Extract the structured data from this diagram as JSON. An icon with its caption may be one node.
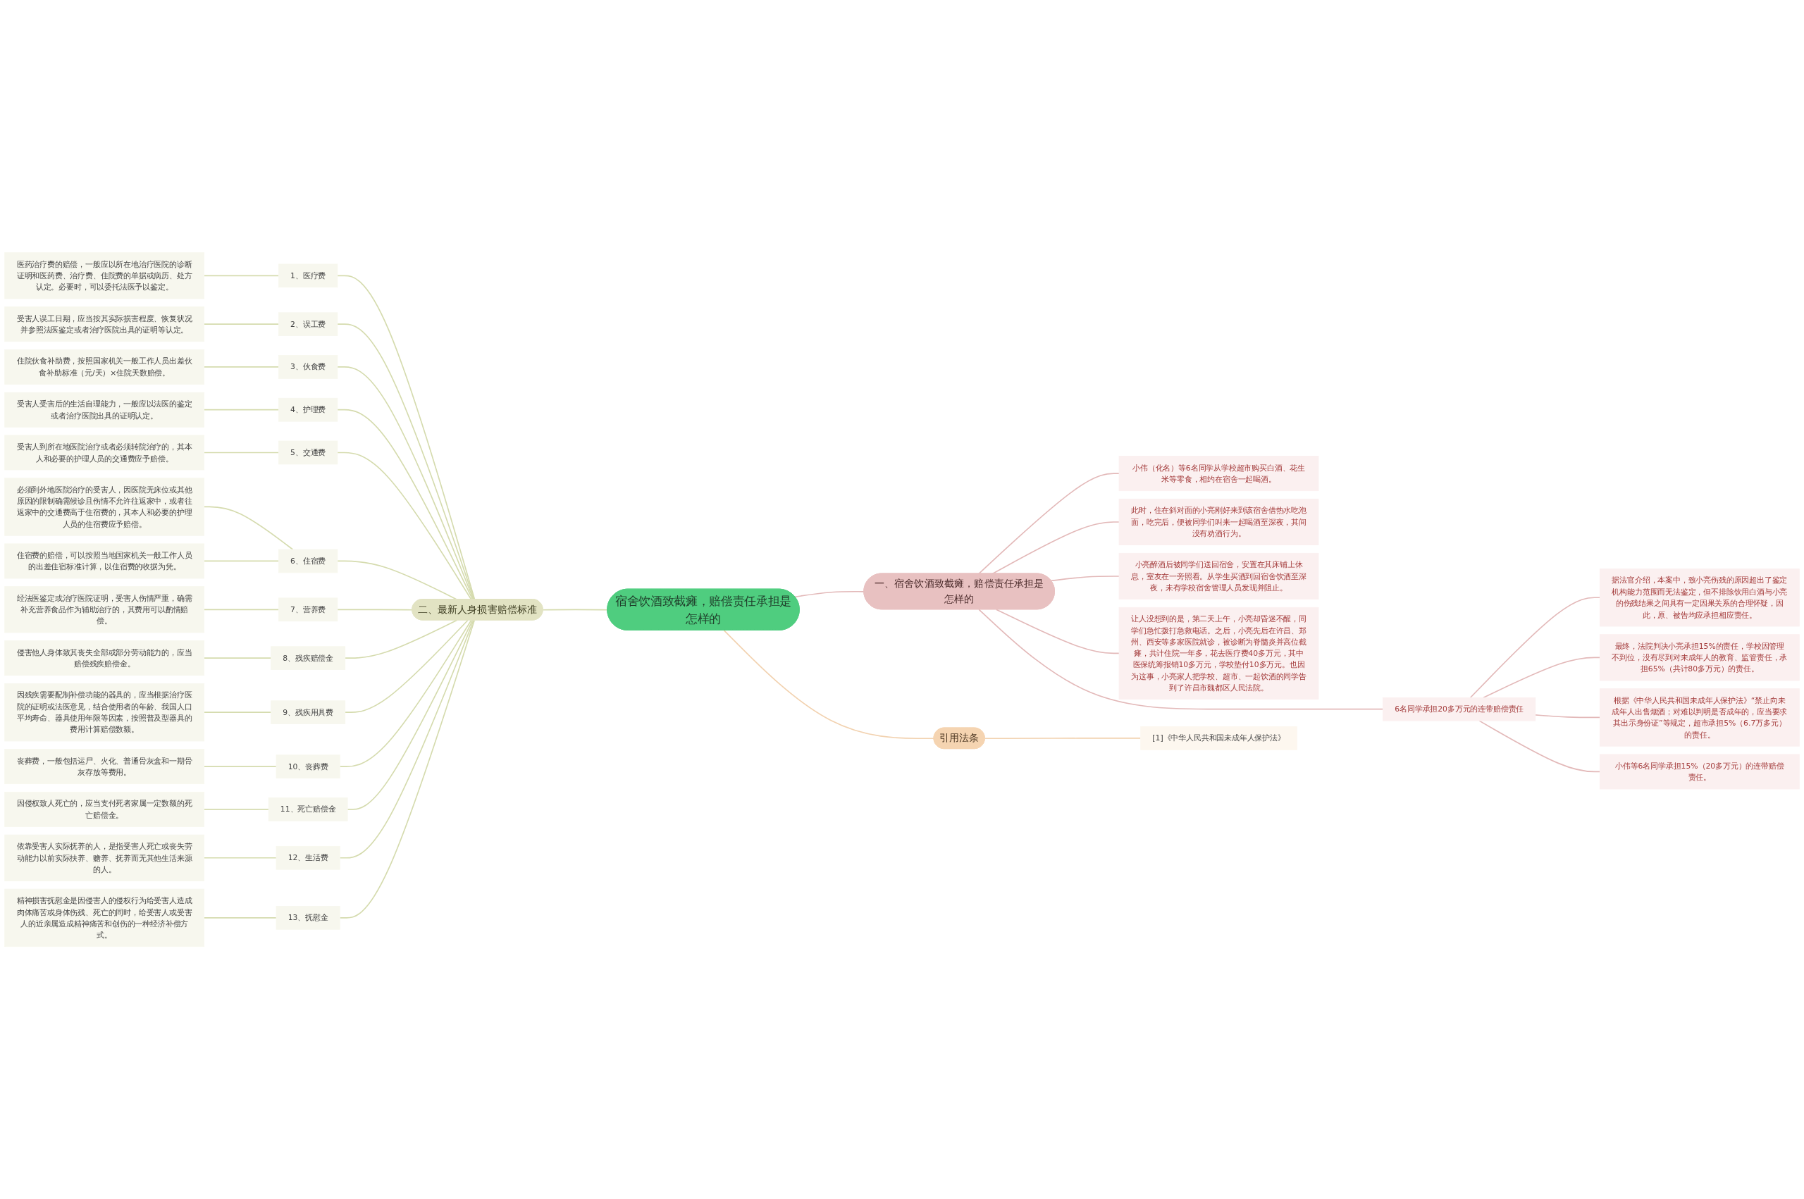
{
  "diagram": {
    "nodes": [
      {
        "text": [
          "宿舍饮酒致截瘫，赔偿责任承担是怎样的"
        ]
      },
      {
        "text": [
          "一、宿舍饮酒致截瘫，赔偿责任承担是怎样的"
        ]
      },
      {
        "text": [
          "小伟（化名）等6名同学从学校超市购买白酒、花生米等零食，相约在宿舍一起喝酒。"
        ]
      },
      {
        "text": [
          "此时，住在斜对面的小亮刚好来到该宿舍借热水吃泡面，吃完后，便被同学们叫来一起喝酒至深夜，其间没有劝酒行为。"
        ]
      },
      {
        "text": [
          "小亮醉酒后被同学们送回宿舍，安置在其床铺上休息，室友在一旁照看。从学生买酒到回宿舍饮酒至深夜，未有学校宿舍管理人员发现并阻止。"
        ]
      },
      {
        "text": [
          "让人没想到的是，第二天上午，小亮却昏迷不醒，同学们急忙拨打急救电话。之后，小亮先后在许昌、郑州、西安等多家医院就诊，被诊断为脊髓炎并高位截瘫，共计住院一年多，花去医疗费40多万元，其中医保统筹报销10多万元，学校垫付10多万元。也因为这事，小亮家人把学校、超市、一起饮酒的同学告到了许昌市魏都区人民法院。"
        ]
      },
      {
        "text": [
          "6名同学承担20多万元的连带赔偿责任"
        ]
      },
      {
        "text": [
          "据法官介绍，本案中，致小亮伤残的原因超出了鉴定机构能力范围而无法鉴定，但不排除饮用白酒与小亮的伤残结果之间具有一定因果关系的合理怀疑，因此，原、被告均应承担相应责任。"
        ]
      },
      {
        "text": [
          "最终，法院判决小亮承担15%的责任，学校因管理不到位，没有尽到对未成年人的教育、监管责任，承担65%（共计80多万元）的责任。"
        ]
      },
      {
        "text": [
          "根据《中华人民共和国未成年人保护法》“禁止向未成年人出售烟酒；对难以判明是否成年的，应当要求其出示身份证”等规定，超市承担5%（6.7万多元）的责任。"
        ]
      },
      {
        "text": [
          "小伟等6名同学承担15%（20多万元）的连带赔偿责任。"
        ]
      },
      {
        "text": [
          "二、最新人身损害赔偿标准"
        ]
      },
      {
        "text": [
          "1、医疗费"
        ]
      },
      {
        "text": [
          "医药治疗费的赔偿，一般应以所在地治疗医院的诊断证明和医药费、治疗费、住院费的单据或病历、处方认定。必要时，可以委托法医予以鉴定。"
        ]
      },
      {
        "text": [
          "2、误工费"
        ]
      },
      {
        "text": [
          "受害人误工日期，应当按其实际损害程度、恢复状况并参照法医鉴定或者治疗医院出具的证明等认定。"
        ]
      },
      {
        "text": [
          "3、伙食费"
        ]
      },
      {
        "text": [
          "住院伙食补助费，按照国家机关一般工作人员出差伙食补助标准（元/天）×住院天数赔偿。"
        ]
      },
      {
        "text": [
          "4、护理费"
        ]
      },
      {
        "text": [
          "受害人受害后的生活自理能力，一般应以法医的鉴定或者治疗医院出具的证明认定。"
        ]
      },
      {
        "text": [
          "5、交通费"
        ]
      },
      {
        "text": [
          "受害人到所在地医院治疗或者必须转院治疗的，其本人和必要的护理人员的交通费应予赔偿。"
        ]
      },
      {
        "text": [
          "6、住宿费"
        ]
      },
      {
        "text": [
          "必须到外地医院治疗的受害人，因医院无床位或其他原因的限制确需候诊且伤情不允许往返家中，或者往返家中的交通费高于住宿费的，其本人和必要的护理人员的住宿费应予赔偿。"
        ]
      },
      {
        "text": [
          "住宿费的赔偿，可以按照当地国家机关一般工作人员的出差住宿标准计算，以住宿费的收据为凭。"
        ]
      },
      {
        "text": [
          "7、营养费"
        ]
      },
      {
        "text": [
          "经法医鉴定或治疗医院证明，受害人伤情严重，确需补充营养食品作为辅助治疗的，其费用可以酌情赔偿。"
        ]
      },
      {
        "text": [
          "8、残疾赔偿金"
        ]
      },
      {
        "text": [
          "侵害他人身体致其丧失全部或部分劳动能力的，应当赔偿残疾赔偿金。"
        ]
      },
      {
        "text": [
          "9、残疾用具费"
        ]
      },
      {
        "text": [
          "因残疾需要配制补偿功能的器具的，应当根据治疗医院的证明或法医意见，结合使用者的年龄、我国人口平均寿命、器具使用年限等因素，按照普及型器具的费用计算赔偿数额。"
        ]
      },
      {
        "text": [
          "10、丧葬费"
        ]
      },
      {
        "text": [
          "丧葬费，一般包括运尸、火化、普通骨灰盒和一期骨灰存放等费用。"
        ]
      },
      {
        "text": [
          "11、死亡赔偿金"
        ]
      },
      {
        "text": [
          "因侵权致人死亡的，应当支付死者家属一定数额的死亡赔偿金。"
        ]
      },
      {
        "text": [
          "12、生活费"
        ]
      },
      {
        "text": [
          "依靠受害人实际抚养的人，是指受害人死亡或丧失劳动能力以前实际扶养、赡养、抚养而无其他生活来源的人。"
        ]
      },
      {
        "text": [
          "13、抚慰金"
        ]
      },
      {
        "text": [
          "精神损害抚慰金是因侵害人的侵权行为给受害人造成肉体痛苦或身体伤残、死亡的同时，给受害人或受害人的近亲属造成精神痛苦和创伤的一种经济补偿方式。"
        ]
      },
      {
        "text": [
          "引用法条"
        ]
      },
      {
        "text": [
          "[1]《中华人民共和国未成年人保护法》"
        ]
      }
    ],
    "edges": [
      {
        "from": 0,
        "to": 1,
        "arrow": "none",
        "color": "#e3b9b9"
      },
      {
        "from": 1,
        "to": 2,
        "arrow": "none",
        "color": "#e3b9b9"
      },
      {
        "from": 1,
        "to": 3,
        "arrow": "none",
        "color": "#e3b9b9"
      },
      {
        "from": 1,
        "to": 4,
        "arrow": "none",
        "color": "#e3b9b9"
      },
      {
        "from": 1,
        "to": 5,
        "arrow": "none",
        "color": "#e3b9b9"
      },
      {
        "from": 1,
        "to": 6,
        "arrow": "none",
        "color": "#e3b9b9"
      },
      {
        "from": 6,
        "to": 7,
        "arrow": "none",
        "color": "#e3b9b9"
      },
      {
        "from": 6,
        "to": 8,
        "arrow": "none",
        "color": "#e3b9b9"
      },
      {
        "from": 6,
        "to": 9,
        "arrow": "none",
        "color": "#e3b9b9"
      },
      {
        "from": 6,
        "to": 10,
        "arrow": "none",
        "color": "#e3b9b9"
      },
      {
        "from": 0,
        "to": 11,
        "arrow": "none"
      },
      {
        "from": 11,
        "to": 12,
        "arrow": "none"
      },
      {
        "from": 12,
        "to": 13,
        "arrow": "none"
      },
      {
        "from": 11,
        "to": 14,
        "arrow": "none"
      },
      {
        "from": 14,
        "to": 15,
        "arrow": "none"
      },
      {
        "from": 11,
        "to": 16,
        "arrow": "none"
      },
      {
        "from": 16,
        "to": 17,
        "arrow": "none"
      },
      {
        "from": 11,
        "to": 18,
        "arrow": "none"
      },
      {
        "from": 18,
        "to": 19,
        "arrow": "none"
      },
      {
        "from": 11,
        "to": 20,
        "arrow": "none"
      },
      {
        "from": 20,
        "to": 21,
        "arrow": "none"
      },
      {
        "from": 11,
        "to": 22,
        "arrow": "none"
      },
      {
        "from": 22,
        "to": 23,
        "arrow": "none"
      },
      {
        "from": 22,
        "to": 24,
        "arrow": "none"
      },
      {
        "from": 11,
        "to": 25,
        "arrow": "none"
      },
      {
        "from": 25,
        "to": 26,
        "arrow": "none"
      },
      {
        "from": 11,
        "to": 27,
        "arrow": "none"
      },
      {
        "from": 27,
        "to": 28,
        "arrow": "none"
      },
      {
        "from": 11,
        "to": 29,
        "arrow": "none"
      },
      {
        "from": 29,
        "to": 30,
        "arrow": "none"
      },
      {
        "from": 11,
        "to": 31,
        "arrow": "none"
      },
      {
        "from": 31,
        "to": 32,
        "arrow": "none"
      },
      {
        "from": 11,
        "to": 33,
        "arrow": "none"
      },
      {
        "from": 33,
        "to": 34,
        "arrow": "none"
      },
      {
        "from": 11,
        "to": 35,
        "arrow": "none"
      },
      {
        "from": 35,
        "to": 36,
        "arrow": "none"
      },
      {
        "from": 11,
        "to": 37,
        "arrow": "none"
      },
      {
        "from": 37,
        "to": 38,
        "arrow": "none"
      },
      {
        "from": 0,
        "to": 39,
        "arrow": "none",
        "color": "#f2d2b0"
      },
      {
        "from": 39,
        "to": 40,
        "arrow": "none",
        "color": "#f2d2b0"
      }
    ]
  }
}
